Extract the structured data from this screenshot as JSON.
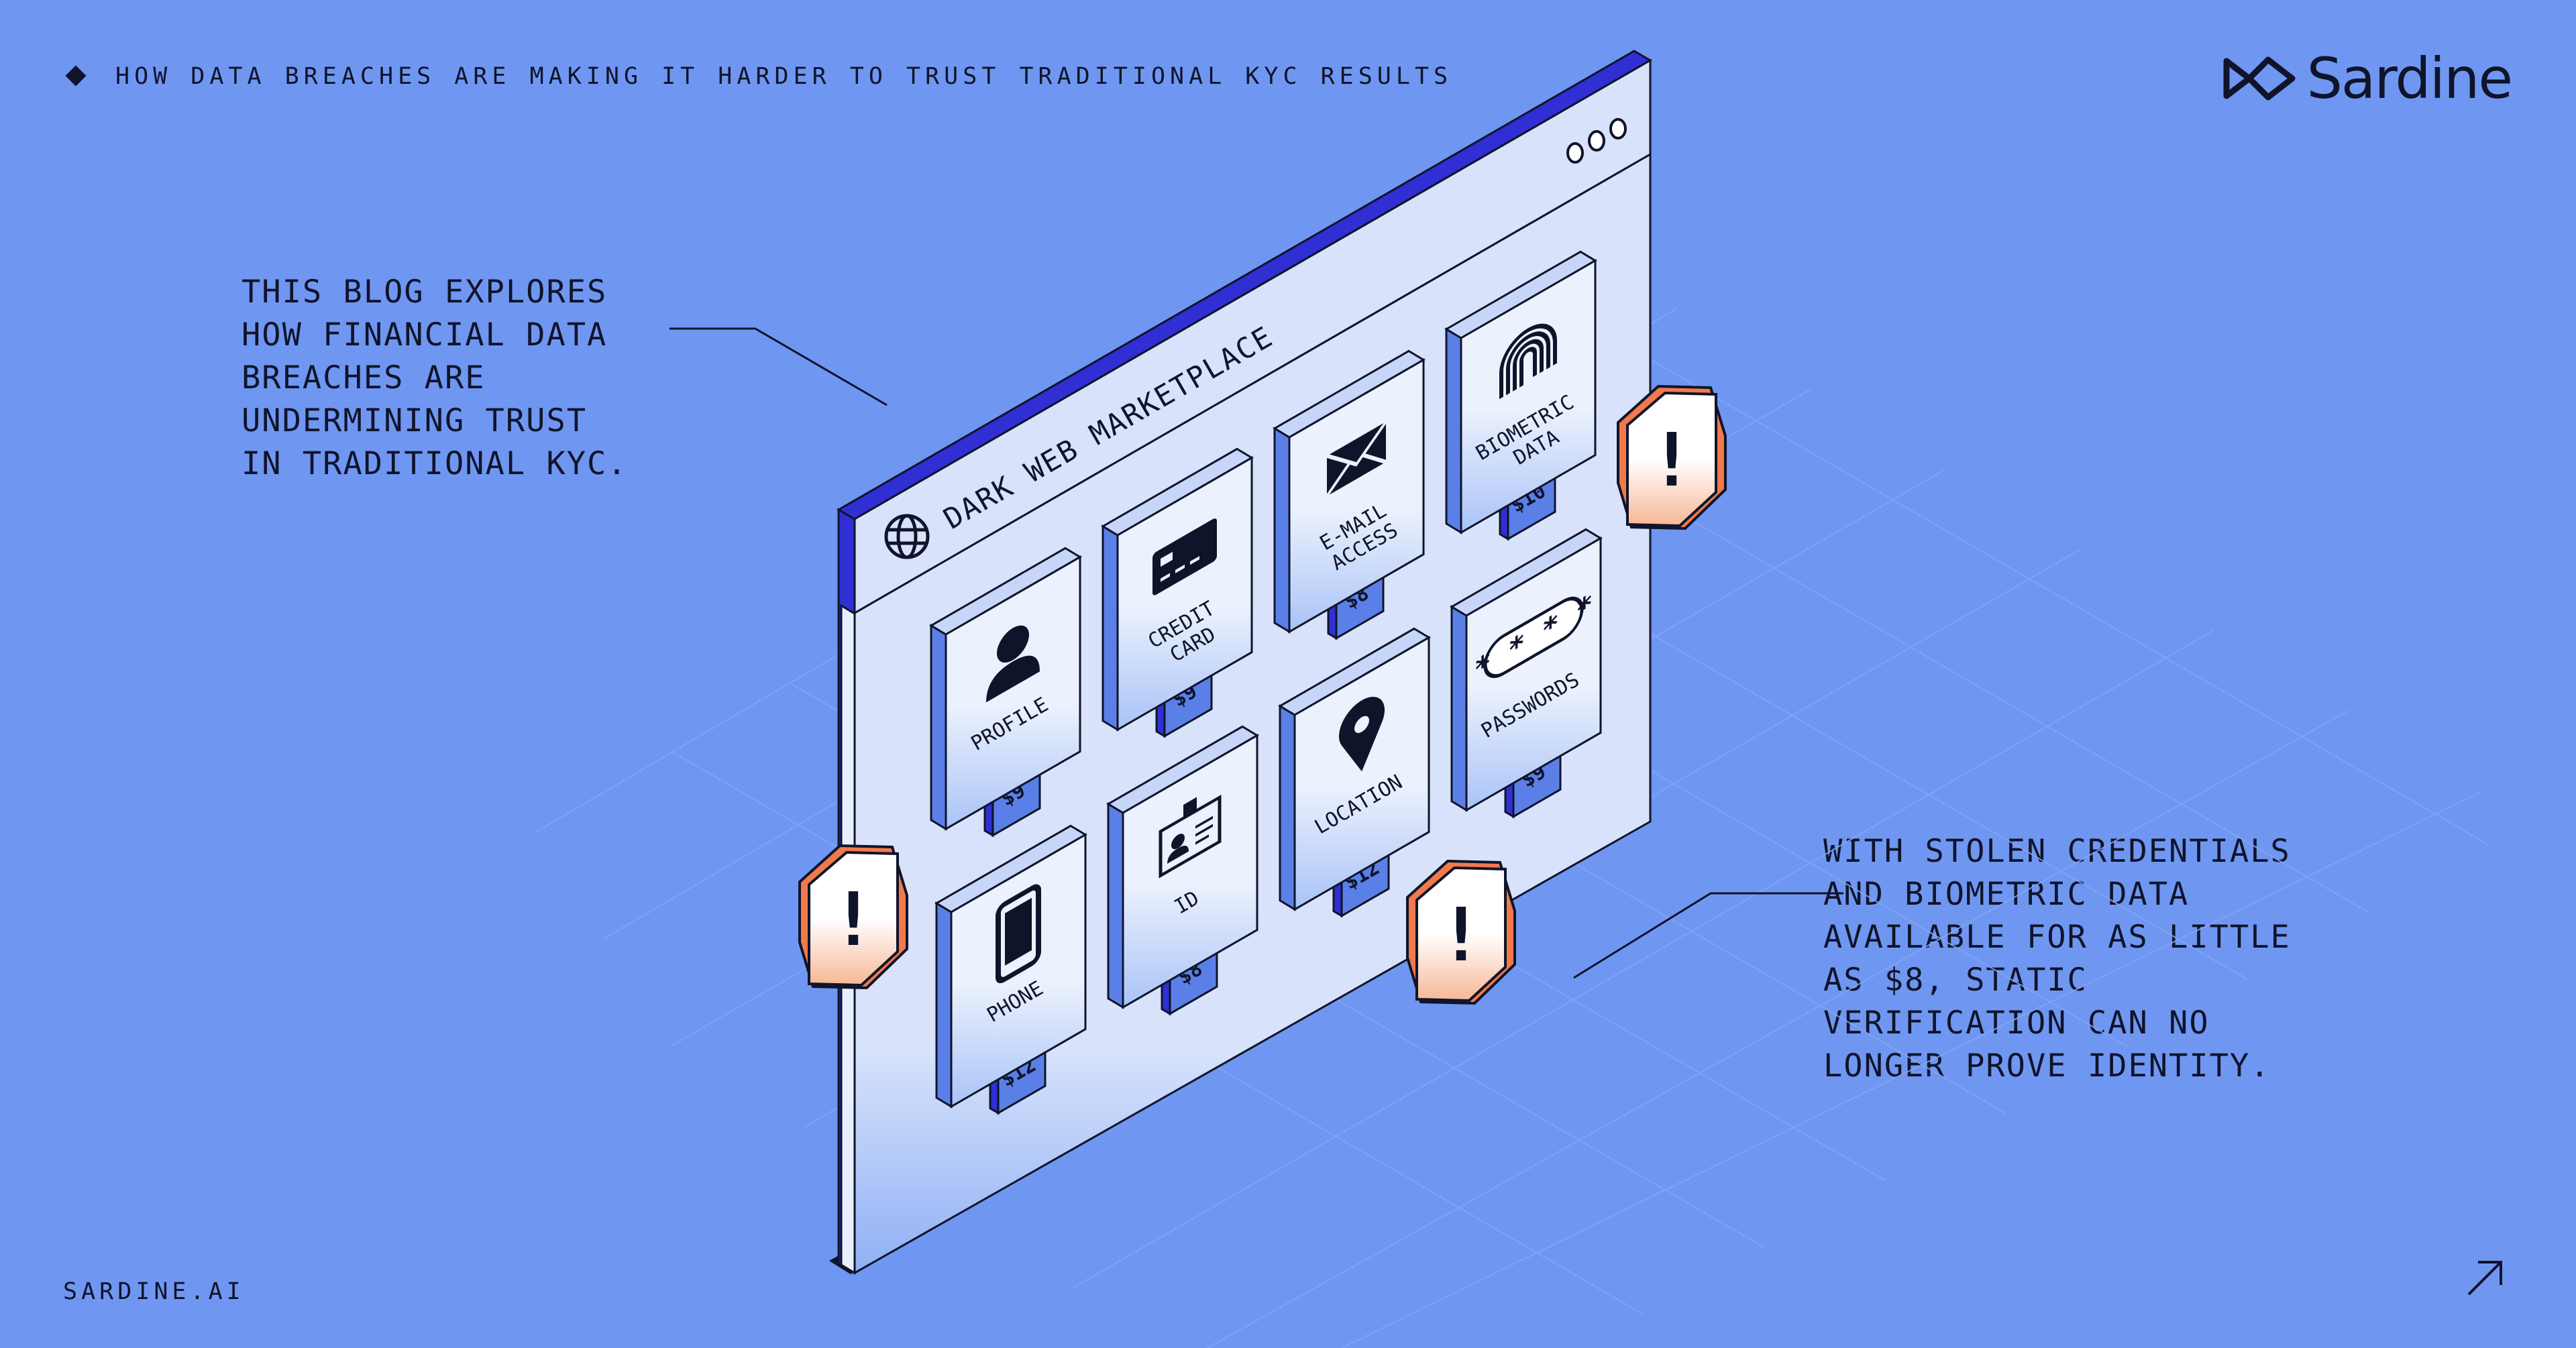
{
  "header": {
    "title": "HOW DATA BREACHES ARE MAKING IT HARDER TO TRUST TRADITIONAL KYC RESULTS"
  },
  "brand": {
    "name": "Sardine",
    "icon": "sardine-logo-icon"
  },
  "callouts": {
    "left": [
      "THIS BLOG EXPLORES",
      "HOW FINANCIAL DATA",
      "BREACHES ARE",
      "UNDERMINING TRUST",
      "IN TRADITIONAL KYC."
    ],
    "right": [
      "WITH STOLEN CREDENTIALS",
      "AND BIOMETRIC DATA",
      "AVAILABLE FOR AS LITTLE",
      "AS $8, STATIC",
      "VERIFICATION CAN NO",
      "LONGER PROVE IDENTITY."
    ]
  },
  "marketplace": {
    "title": "DARK WEB MARKETPLACE",
    "items": [
      {
        "label": [
          "PROFILE"
        ],
        "price": "$9",
        "icon": "profile-icon"
      },
      {
        "label": [
          "CREDIT",
          "CARD"
        ],
        "price": "$9",
        "icon": "credit-card-icon"
      },
      {
        "label": [
          "E-MAIL",
          "ACCESS"
        ],
        "price": "$8",
        "icon": "envelope-icon"
      },
      {
        "label": [
          "BIOMETRIC",
          "DATA"
        ],
        "price": "$10",
        "icon": "fingerprint-icon"
      },
      {
        "label": [
          "PHONE"
        ],
        "price": "$12",
        "icon": "phone-icon"
      },
      {
        "label": [
          "ID"
        ],
        "price": "$8",
        "icon": "id-card-icon"
      },
      {
        "label": [
          "LOCATION"
        ],
        "price": "$12",
        "icon": "location-pin-icon"
      },
      {
        "label": [
          "PASSWORDS"
        ],
        "price": "$9",
        "icon": "password-icon"
      }
    ],
    "password_mask": "* * * *"
  },
  "warnings": {
    "icon": "warning-exclamation-icon",
    "symbol": "!"
  },
  "footer": {
    "site": "SARDINE.AI",
    "link_icon": "arrow-up-right-icon"
  },
  "colors": {
    "background": "#6f97f2",
    "ink": "#10142a",
    "window_bar": "#2f2fd4",
    "panel": "#d4e0fa",
    "card_side": "#5a80e8",
    "warning": "#f07a4c"
  }
}
